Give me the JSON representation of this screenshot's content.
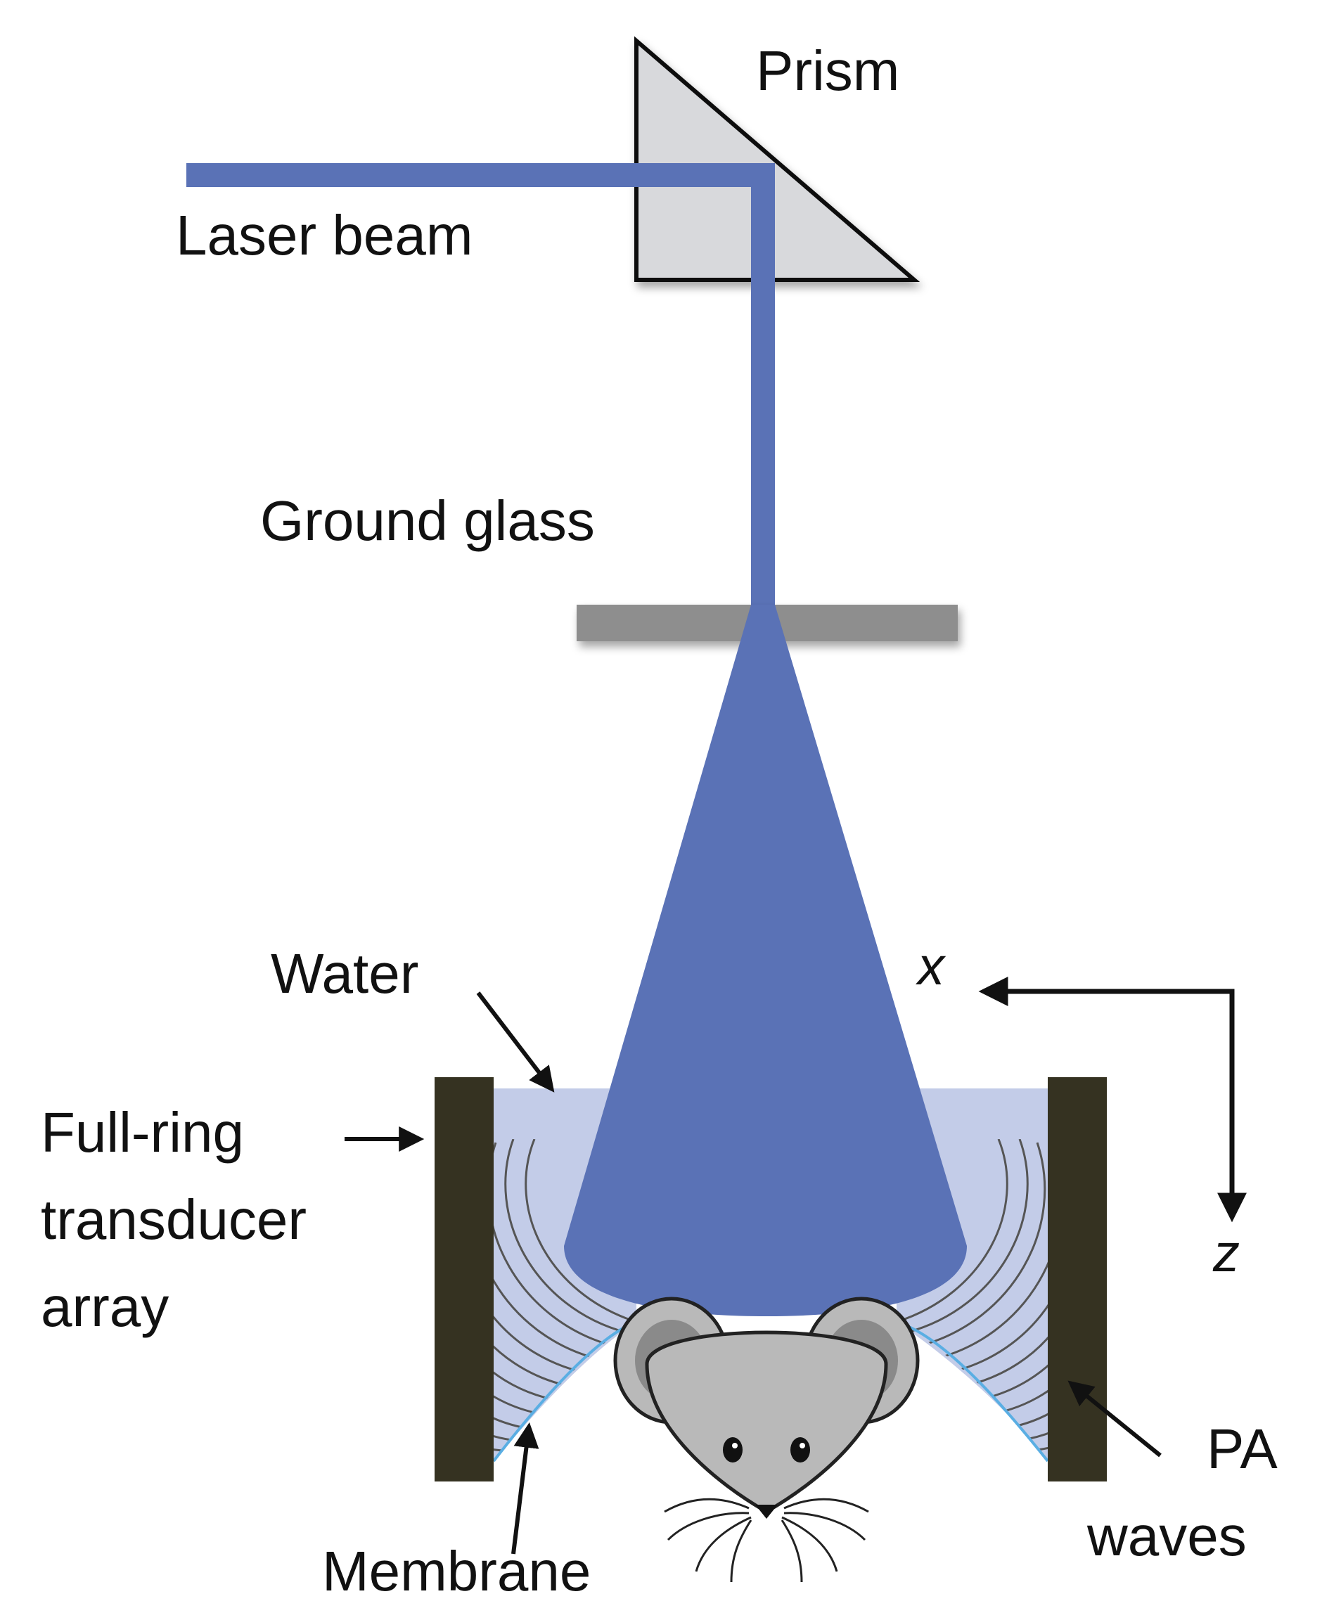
{
  "labels": {
    "prism": "Prism",
    "laser_beam": "Laser beam",
    "ground_glass": "Ground glass",
    "water": "Water",
    "full_ring_line1": "Full-ring",
    "full_ring_line2": "transducer",
    "full_ring_line3": "array",
    "membrane": "Membrane",
    "pa_line1": "PA",
    "pa_line2": "waves",
    "axis_x": "x",
    "axis_z": "z"
  },
  "colors": {
    "beam": "#5a72b6",
    "prism_fill": "#d8d9dc",
    "ground_glass": "#8e8e8e",
    "water": "#c3cce8",
    "transducer": "#353221",
    "membrane": "#5aaee3",
    "mouse_body": "#b9b9b9",
    "mouse_ear_inner": "#8a8a8a",
    "arrow": "#111111"
  }
}
